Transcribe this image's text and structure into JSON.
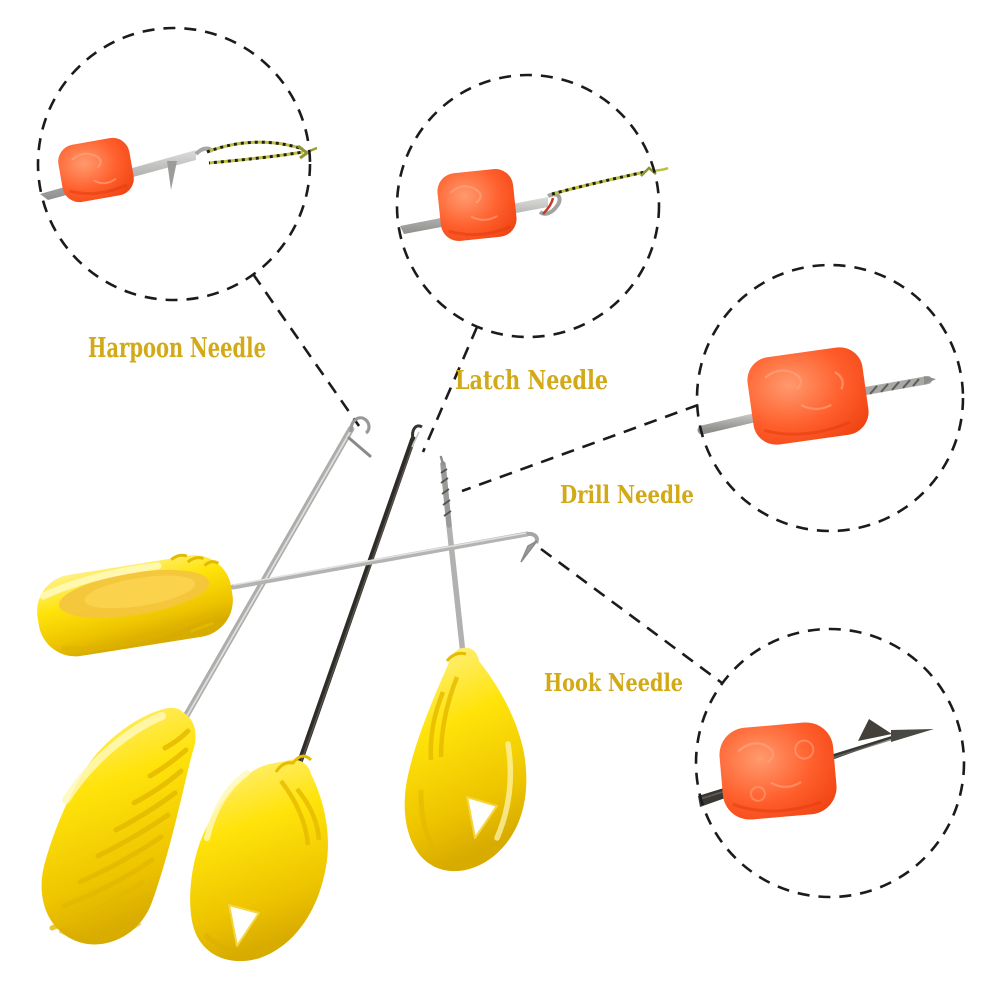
{
  "image": {
    "type": "annotated product photo",
    "subject": "carp fishing bait rigging needle tool set",
    "background": "#ffffff"
  },
  "callouts": {
    "harpoon": {
      "label": "Harpoon Needle"
    },
    "latch": {
      "label": "Latch Needle"
    },
    "drill": {
      "label": "Drill Needle"
    },
    "hook": {
      "label": "Hook Needle"
    }
  },
  "colors": {
    "label_text": "#d2a916",
    "callout_line": "#1b1b1b",
    "handle_yellow": "#ffe30a",
    "handle_shadow": "#e3b900",
    "bait_orange": "#ff5f2c",
    "metal_silver": "#b3b3b1",
    "metal_dark": "#35332e",
    "braid_yellow": "#bcbf42"
  }
}
